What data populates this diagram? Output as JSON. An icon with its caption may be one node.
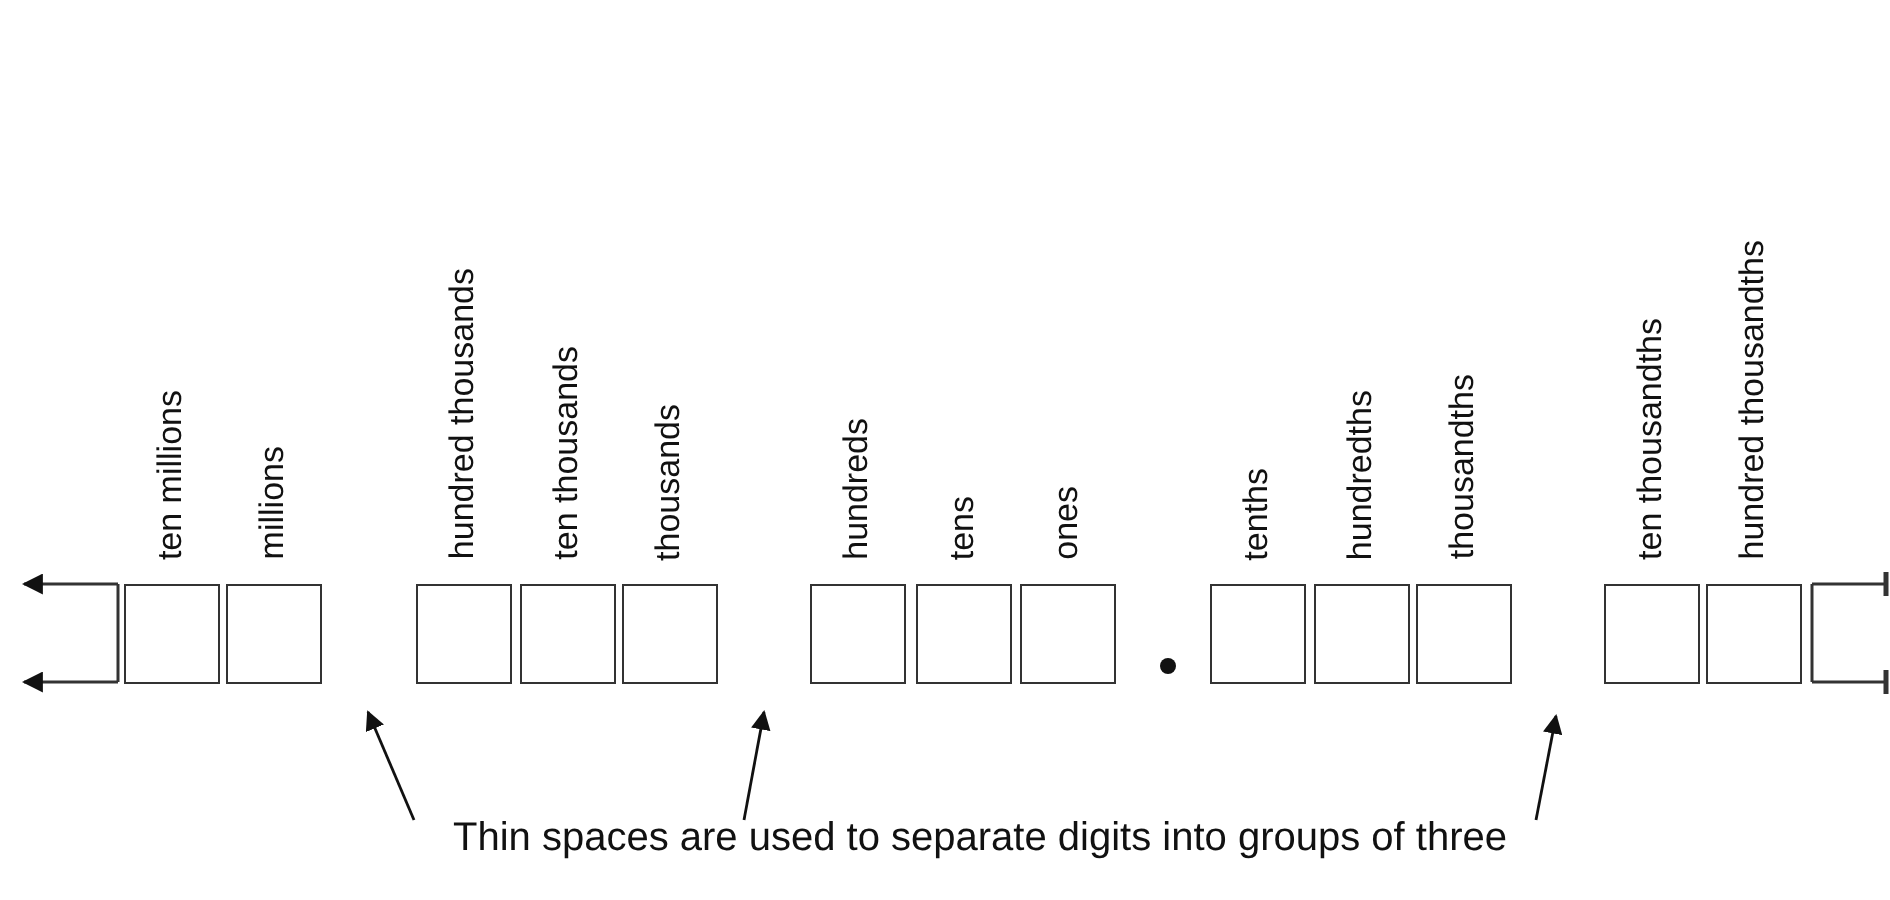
{
  "diagram": {
    "nodes": [
      {
        "text": [
          "ten millions"
        ]
      },
      {
        "text": [
          "millions"
        ]
      },
      {
        "text": [
          "hundred thousands"
        ]
      },
      {
        "text": [
          "ten thousands"
        ]
      },
      {
        "text": [
          "thousands"
        ]
      },
      {
        "text": [
          "hundreds"
        ]
      },
      {
        "text": [
          "tens"
        ]
      },
      {
        "text": [
          "ones"
        ]
      },
      {
        "text": [
          "tenths"
        ]
      },
      {
        "text": [
          "hundredths"
        ]
      },
      {
        "text": [
          "thousandths"
        ]
      },
      {
        "text": [
          "ten thousandths"
        ]
      },
      {
        "text": [
          "hundred thousandths"
        ]
      },
      {
        "text": [
          "Thin spaces are used to separate digits into groups of three"
        ]
      }
    ],
    "edges": [
      {
        "from": 13,
        "to": null,
        "arrow": "to"
      },
      {
        "from": 13,
        "to": null,
        "arrow": "to"
      },
      {
        "from": 13,
        "to": null,
        "arrow": "to"
      }
    ]
  }
}
